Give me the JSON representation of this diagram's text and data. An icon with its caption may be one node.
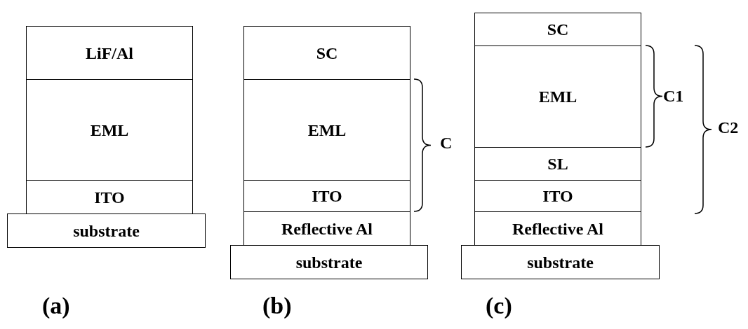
{
  "diagram": {
    "nodes": [
      {
        "text": [
          "LiF/Al"
        ]
      },
      {
        "text": [
          "EML"
        ]
      },
      {
        "text": [
          "ITO"
        ]
      },
      {
        "text": [
          "substrate"
        ]
      },
      {
        "text": [
          "SC"
        ]
      },
      {
        "text": [
          "EML"
        ]
      },
      {
        "text": [
          "ITO"
        ]
      },
      {
        "text": [
          "Reflective Al"
        ]
      },
      {
        "text": [
          "substrate"
        ]
      },
      {
        "text": [
          "SC"
        ]
      },
      {
        "text": [
          "EML"
        ]
      },
      {
        "text": [
          "SL"
        ]
      },
      {
        "text": [
          "ITO"
        ]
      },
      {
        "text": [
          "Reflective Al"
        ]
      },
      {
        "text": [
          "substrate"
        ]
      }
    ],
    "edges": [],
    "labels": [
      "C",
      "C1",
      "C2",
      "(a)",
      "(b)",
      "(c)"
    ]
  }
}
